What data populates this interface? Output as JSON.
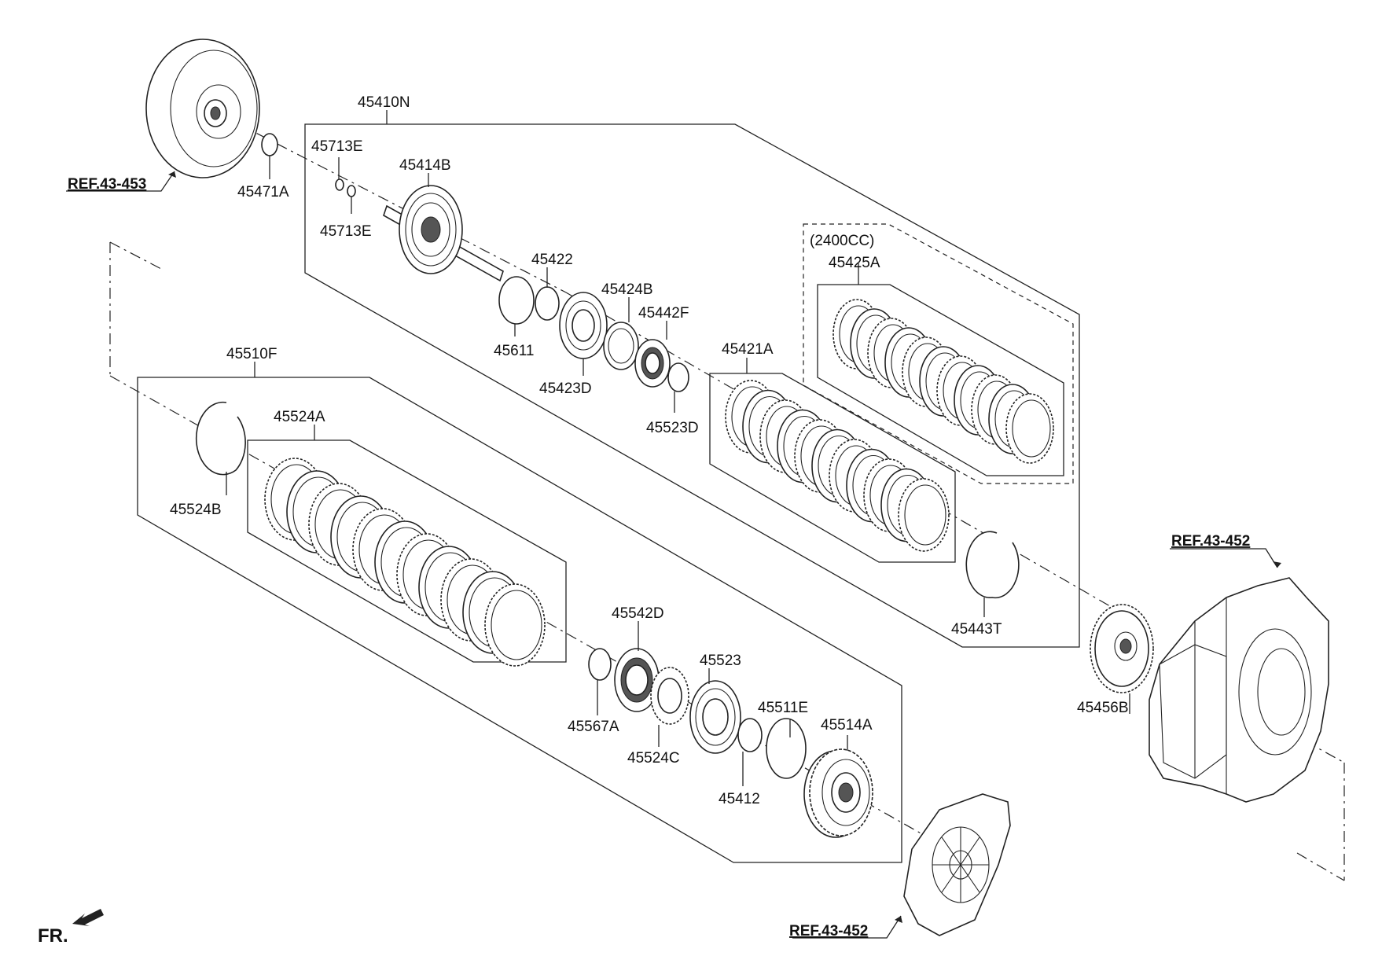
{
  "diagram": {
    "labels": {
      "p45410N": "45410N",
      "p45713E_a": "45713E",
      "p45713E_b": "45713E",
      "p45414B": "45414B",
      "p45471A": "45471A",
      "p45422": "45422",
      "p45424B": "45424B",
      "p45442F": "45442F",
      "p45611": "45611",
      "p45423D": "45423D",
      "p45523D": "45523D",
      "p45421A": "45421A",
      "p2400cc": "(2400CC)",
      "p45425A": "45425A",
      "p45510F": "45510F",
      "p45524A": "45524A",
      "p45524B": "45524B",
      "p45443T": "45443T",
      "p45456B": "45456B",
      "p45542D": "45542D",
      "p45523": "45523",
      "p45511E": "45511E",
      "p45514A": "45514A",
      "p45567A": "45567A",
      "p45524C": "45524C",
      "p45412": "45412"
    },
    "refs": {
      "ref_43_453": "REF.43-453",
      "ref_43_452_top": "REF.43-452",
      "ref_43_452_bottom": "REF.43-452"
    },
    "front_marker": "FR."
  }
}
